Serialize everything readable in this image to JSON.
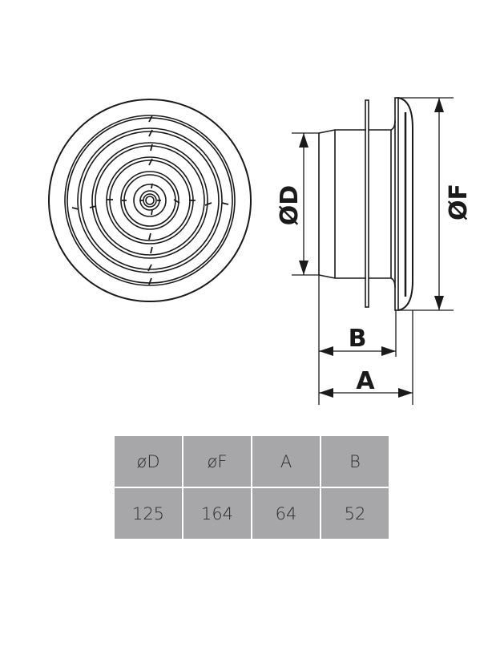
{
  "diagram": {
    "labels": {
      "diameter_d": "ØD",
      "diameter_f": "ØF",
      "length_b": "B",
      "length_a": "A"
    }
  },
  "table": {
    "headers": [
      "øD",
      "øF",
      "A",
      "B"
    ],
    "values": [
      "125",
      "164",
      "64",
      "52"
    ]
  }
}
